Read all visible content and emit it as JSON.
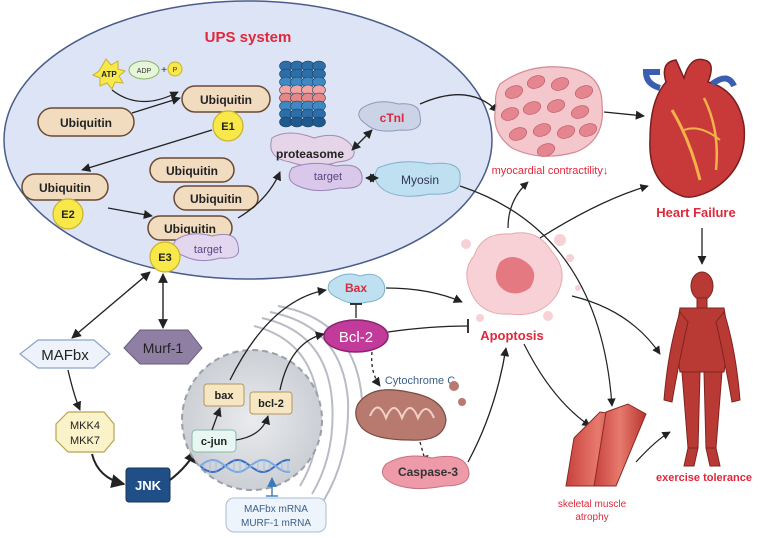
{
  "ups": {
    "title": "UPS system",
    "atp": "ATP",
    "adp": "ADP",
    "plus": "+",
    "p": "P",
    "ubiquitin": "Ubiquitin",
    "e1": "E1",
    "e2": "E2",
    "e3": "E3",
    "target": "target",
    "proteasome": "proteasome",
    "ctni": "cTnI",
    "myosin": "Myosin"
  },
  "outcomes": {
    "myocardial": "myocardial contractility↓",
    "heart_failure": "Heart Failure",
    "apoptosis": "Apoptosis",
    "exercise": "exercise tolerance",
    "skeletal": "skeletal muscle",
    "skeletal2": "atrophy"
  },
  "signaling": {
    "mafbx": "MAFbx",
    "murf1": "Murf-1",
    "mkk4": "MKK4",
    "mkk7": "MKK7",
    "jnk": "JNK",
    "cjun": "c-jun",
    "bax_gene": "bax",
    "bcl2_gene": "bcl-2",
    "bax": "Bax",
    "bcl2": "Bcl-2",
    "cytochrome": "Cytochrome C",
    "caspase": "Caspase-3",
    "mrna1": "MAFbx mRNA",
    "mrna2": "MURF-1 mRNA"
  },
  "colors": {
    "ups_fill": "#dde4f5",
    "red_text": "#e0283c",
    "jnk_fill": "#1f4f86",
    "bcl2_fill": "#c23a9a",
    "murf_fill": "#8f7fa3",
    "ubiquitin_fill": "#f2dcc0",
    "e_fill": "#f8e84a"
  }
}
